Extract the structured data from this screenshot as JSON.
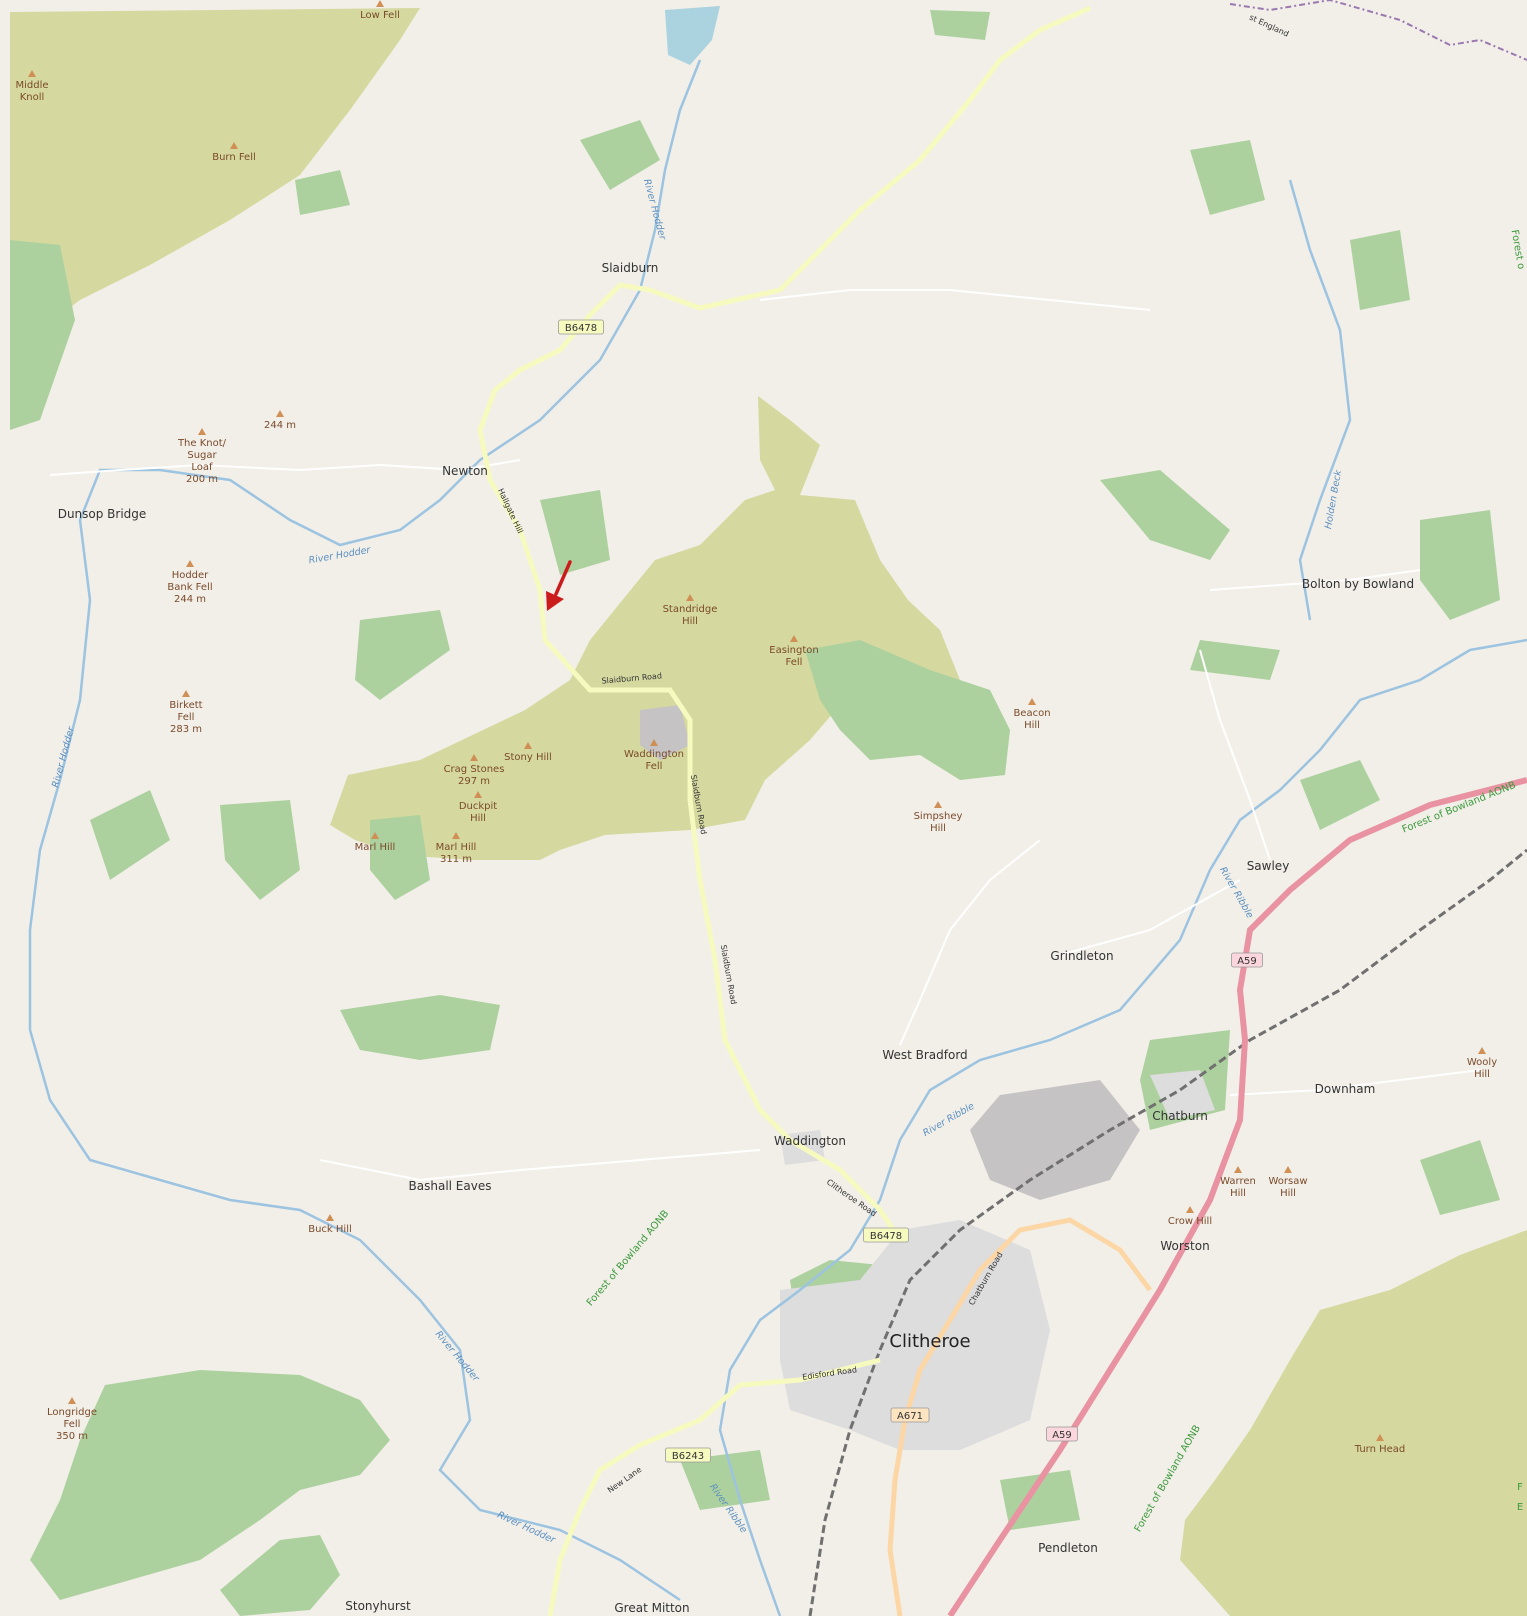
{
  "map": {
    "colors": {
      "background": "#f2efe9",
      "fell": "#d6d99f",
      "woodland": "#add19e",
      "water": "#aad3df",
      "river_line": "#9cc3e0",
      "primary_road": "#e892a2",
      "secondary_road": "#f7fabf",
      "tertiary_road": "#fcd6a4",
      "railway": "#707070",
      "urban": "#dddddd",
      "quarry": "#c5c3c3",
      "peak": "#d08f55",
      "boundary": "#9a78b0",
      "marker": "#cc1b1b"
    },
    "marker": {
      "type": "arrow",
      "color": "#cc1b1b"
    },
    "towns": [
      {
        "name": "Clitheroe"
      }
    ],
    "villages": [
      {
        "name": "Slaidburn"
      },
      {
        "name": "Newton"
      },
      {
        "name": "Dunsop Bridge"
      },
      {
        "name": "Bolton by Bowland"
      },
      {
        "name": "Sawley"
      },
      {
        "name": "Grindleton"
      },
      {
        "name": "West Bradford"
      },
      {
        "name": "Waddington"
      },
      {
        "name": "Chatburn"
      },
      {
        "name": "Downham"
      },
      {
        "name": "Worston"
      },
      {
        "name": "Bashall Eaves"
      },
      {
        "name": "Pendleton"
      },
      {
        "name": "Great Mitton"
      },
      {
        "name": "Stonyhurst"
      }
    ],
    "peaks": [
      {
        "name": "Low Fell"
      },
      {
        "name": "Middle Knoll"
      },
      {
        "name": "Burn Fell"
      },
      {
        "name": "244 m"
      },
      {
        "name": "The Knot/ Sugar Loaf 200 m"
      },
      {
        "name": "Hodder Bank Fell 244 m"
      },
      {
        "name": "Birkett Fell 283 m"
      },
      {
        "name": "Standridge Hill"
      },
      {
        "name": "Easington Fell"
      },
      {
        "name": "Beacon Hill"
      },
      {
        "name": "Stony Hill"
      },
      {
        "name": "Crag Stones 297 m"
      },
      {
        "name": "Waddington Fell"
      },
      {
        "name": "Duckpit Hill"
      },
      {
        "name": "Marl Hill"
      },
      {
        "name": "Marl Hill 311 m"
      },
      {
        "name": "Simpshey Hill"
      },
      {
        "name": "Wooly Hill"
      },
      {
        "name": "Warren Hill"
      },
      {
        "name": "Worsaw Hill"
      },
      {
        "name": "Crow Hill"
      },
      {
        "name": "Buck Hill"
      },
      {
        "name": "Longridge Fell 350 m"
      },
      {
        "name": "Turn Head"
      }
    ],
    "rivers": [
      {
        "name": "River Hodder"
      },
      {
        "name": "River Hodder"
      },
      {
        "name": "River Hodder"
      },
      {
        "name": "River Hodder"
      },
      {
        "name": "River Hodder"
      },
      {
        "name": "River Ribble"
      },
      {
        "name": "River Ribble"
      },
      {
        "name": "River Ribble"
      },
      {
        "name": "Holden Beck"
      }
    ],
    "road_names": [
      {
        "name": "Hallgate Hill"
      },
      {
        "name": "Slaidburn Road"
      },
      {
        "name": "Slaidburn Road"
      },
      {
        "name": "Slaidburn Road"
      },
      {
        "name": "Clitheroe Road"
      },
      {
        "name": "Chatburn Road"
      },
      {
        "name": "Edisford Road"
      },
      {
        "name": "New Lane"
      }
    ],
    "road_refs": [
      {
        "ref": "B6478"
      },
      {
        "ref": "B6478"
      },
      {
        "ref": "A59"
      },
      {
        "ref": "A59"
      },
      {
        "ref": "A671"
      },
      {
        "ref": "B6243"
      }
    ],
    "aonb_labels": [
      {
        "text": "Forest of Bowland AONB"
      },
      {
        "text": "Forest of Bowland AONB"
      },
      {
        "text": "Forest of Bowland AONB"
      },
      {
        "text": "Forest o"
      }
    ],
    "edge_labels": [
      {
        "text": "st England"
      },
      {
        "text": "F"
      },
      {
        "text": "E"
      }
    ]
  }
}
